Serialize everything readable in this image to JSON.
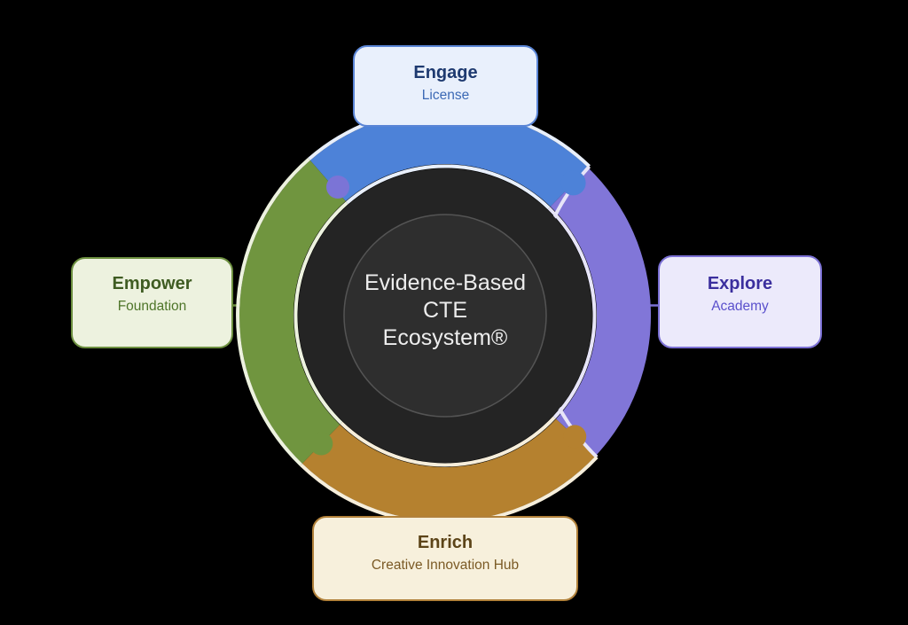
{
  "canvas": {
    "background": "#000000"
  },
  "hub": {
    "line1": "Evidence-Based",
    "line2": "CTE",
    "line3": "Ecosystem®",
    "fill": "#242424",
    "inner_fill": "#2e2e2e",
    "inner_stroke": "#545454",
    "text_color": "#ededed"
  },
  "ring": {
    "segments": [
      {
        "id": "engage-top",
        "color": "#4d82d8",
        "edge_color": "#e8effb"
      },
      {
        "id": "explore-right",
        "color": "#8176d8",
        "edge_color": "#e7e5f8"
      },
      {
        "id": "enrich-bottom",
        "color": "#b5812f",
        "edge_color": "#f6eedb"
      },
      {
        "id": "empower-left",
        "color": "#70953f",
        "edge_color": "#edf2df"
      }
    ],
    "tabs": [
      {
        "id": "tab-blue-into-purple",
        "color": "#4d82d8"
      },
      {
        "id": "tab-brown-into-purple",
        "color": "#b5812f"
      },
      {
        "id": "tab-green-into-brown",
        "color": "#70953f"
      },
      {
        "id": "dot-purple-on-green-blue",
        "color": "#7b74d6"
      }
    ],
    "connectors": [
      {
        "id": "empower-link",
        "color": "#6d9040"
      },
      {
        "id": "explore-link",
        "color": "#7b70d4"
      }
    ]
  },
  "nodes": {
    "engage": {
      "title": "Engage",
      "subtitle": "License",
      "fill": "#e9f0fc",
      "border": "#5a85d6",
      "title_color": "#1e3a70",
      "subtitle_color": "#3c69b5"
    },
    "explore": {
      "title": "Explore",
      "subtitle": "Academy",
      "fill": "#eceafb",
      "border": "#7b70d4",
      "title_color": "#3b2f9e",
      "subtitle_color": "#5a50cc"
    },
    "enrich": {
      "title": "Enrich",
      "subtitle": "Creative Innovation Hub",
      "fill": "#f7f0dc",
      "border": "#b1813a",
      "title_color": "#5c4418",
      "subtitle_color": "#7b5a25"
    },
    "empower": {
      "title": "Empower",
      "subtitle": "Foundation",
      "fill": "#edf2df",
      "border": "#6d9040",
      "title_color": "#3f5c22",
      "subtitle_color": "#4e7529"
    }
  }
}
